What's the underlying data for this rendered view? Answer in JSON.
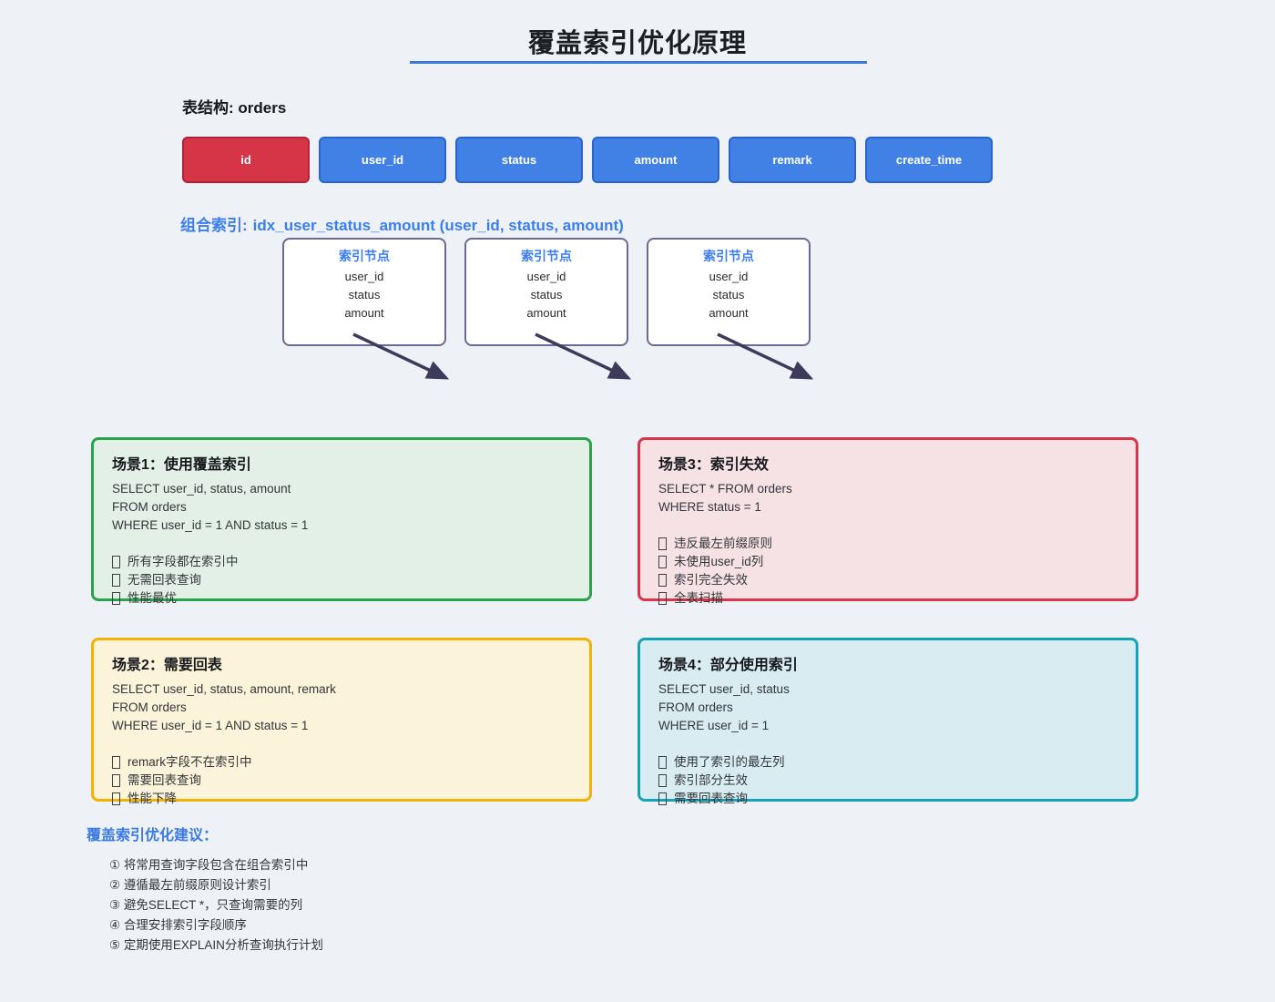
{
  "page": {
    "title": "覆盖索引优化原理",
    "background_color": "#eef1f5",
    "accent_blue": "#3b7ef0",
    "underline_color": "#3a7bd5",
    "arrow_color": "#3e3a5c"
  },
  "table_structure": {
    "label": "表结构:",
    "name": "orders",
    "primary_color": "#d63447",
    "column_color": "#4181e6",
    "columns": [
      {
        "name": "id",
        "highlight": true
      },
      {
        "name": "user_id",
        "highlight": false
      },
      {
        "name": "status",
        "highlight": false
      },
      {
        "name": "amount",
        "highlight": false
      },
      {
        "name": "remark",
        "highlight": false
      },
      {
        "name": "create_time",
        "highlight": false
      }
    ]
  },
  "composite_index": {
    "label": "组合索引:",
    "value": "idx_user_status_amount (user_id, status, amount)"
  },
  "index_nodes": [
    {
      "title": "索引节点",
      "fields": [
        "user_id",
        "status",
        "amount"
      ]
    },
    {
      "title": "索引节点",
      "fields": [
        "user_id",
        "status",
        "amount"
      ]
    },
    {
      "title": "索引节点",
      "fields": [
        "user_id",
        "status",
        "amount"
      ]
    }
  ],
  "scenarios": [
    {
      "title": "场景1：使用覆盖索引",
      "sql": [
        "SELECT user_id, status, amount",
        "FROM orders",
        "WHERE user_id = 1 AND status = 1"
      ],
      "notes": [
        "所有字段都在索引中",
        "无需回表查询",
        "性能最优"
      ],
      "border_color": "#2aa44c",
      "background": "#e3f0e7"
    },
    {
      "title": "场景2：需要回表",
      "sql": [
        "SELECT user_id, status, amount, remark",
        "FROM orders",
        "WHERE user_id = 1 AND status = 1"
      ],
      "notes": [
        "remark字段不在索引中",
        "需要回表查询",
        "性能下降"
      ],
      "border_color": "#f2b305",
      "background": "#fbf3da"
    },
    {
      "title": "场景3：索引失效",
      "sql": [
        "SELECT * FROM orders",
        "WHERE status = 1"
      ],
      "notes": [
        "违反最左前缀原则",
        "未使用user_id列",
        "索引完全失效",
        "全表扫描"
      ],
      "border_color": "#d8344a",
      "background": "#f6e1e5"
    },
    {
      "title": "场景4：部分使用索引",
      "sql": [
        "SELECT user_id, status",
        "FROM orders",
        "WHERE user_id = 1"
      ],
      "notes": [
        "使用了索引的最左列",
        "索引部分生效",
        "需要回表查询"
      ],
      "border_color": "#16a3b5",
      "background": "#d8ecf1"
    }
  ],
  "suggestions": {
    "title": "覆盖索引优化建议：",
    "items": [
      "① 将常用查询字段包含在组合索引中",
      "② 遵循最左前缀原则设计索引",
      "③ 避免SELECT *，只查询需要的列",
      "④ 合理安排索引字段顺序",
      "⑤ 定期使用EXPLAIN分析查询执行计划"
    ]
  }
}
